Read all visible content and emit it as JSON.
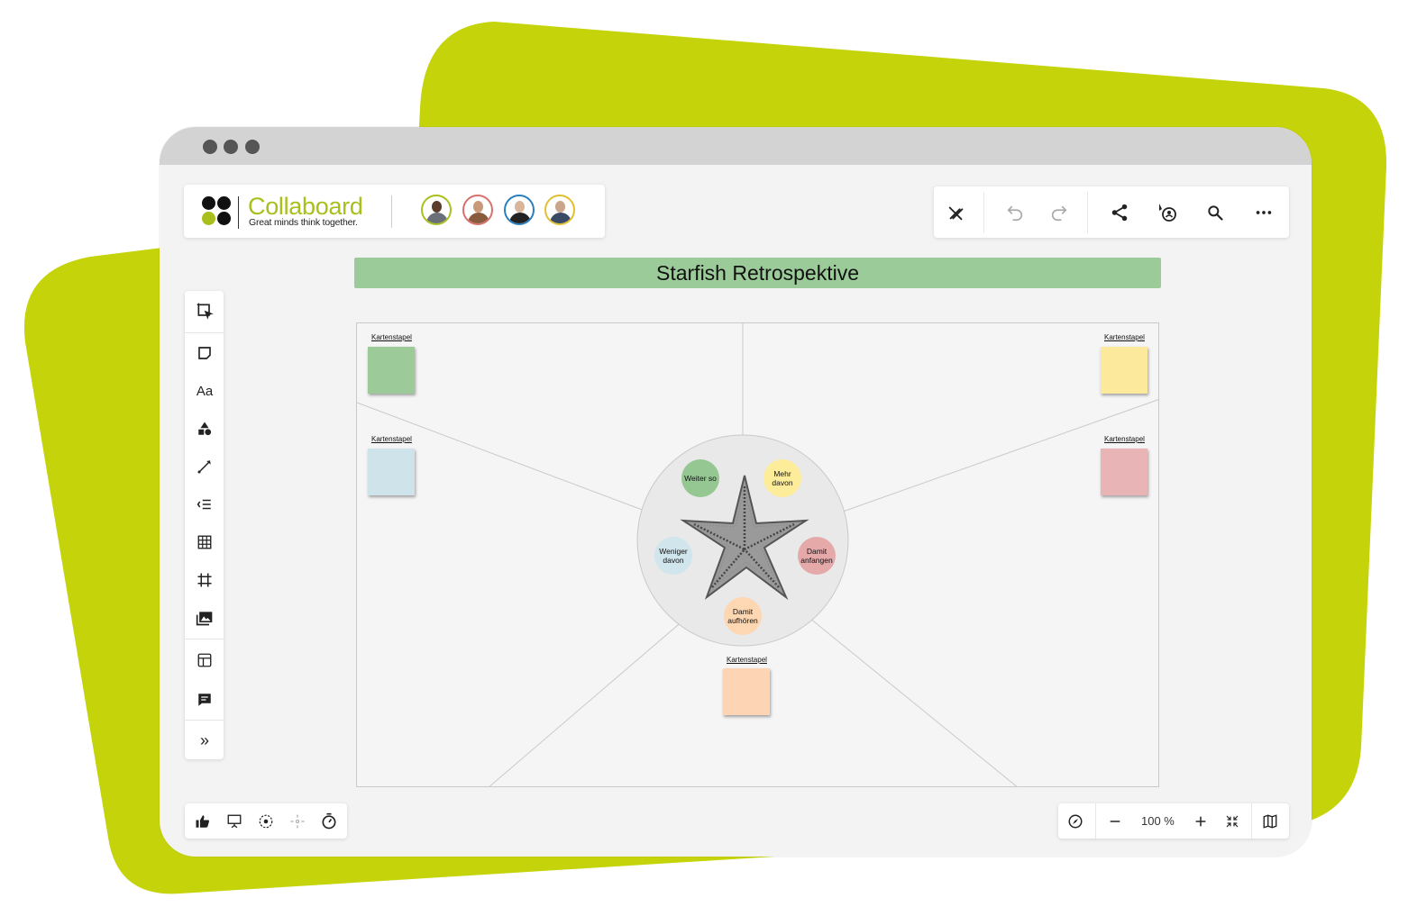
{
  "window": {
    "title_dots": 3
  },
  "brand": {
    "name": "Collaboard",
    "tagline": "Great minds think together."
  },
  "users": [
    {
      "name": "user-1",
      "ring": "#a9bf1b"
    },
    {
      "name": "user-2",
      "ring": "#d8716e"
    },
    {
      "name": "user-3",
      "ring": "#2a7fc1"
    },
    {
      "name": "user-4",
      "ring": "#e0c030"
    }
  ],
  "topbar": {
    "icons": [
      "pen-off-icon",
      "undo-icon",
      "redo-icon",
      "share-icon",
      "follow-user-icon",
      "search-icon",
      "more-icon"
    ]
  },
  "leftbar": {
    "icons": [
      "select-frame-icon",
      "sticky-note-icon",
      "text-icon",
      "shapes-icon",
      "connector-icon",
      "list-icon",
      "table-icon",
      "frame-icon",
      "image-icon",
      "template-icon",
      "comment-icon",
      "expand-icon"
    ],
    "text_tool_label": "Aa",
    "expand_label": "»"
  },
  "bottom_left": {
    "icons": [
      "vote-icon",
      "presentation-icon",
      "focus-icon",
      "attention-icon",
      "timer-icon"
    ]
  },
  "bottom_right": {
    "zoom": "100 %",
    "icons": [
      "navigator-icon",
      "zoom-out-icon",
      "zoom-in-icon",
      "fit-icon",
      "map-icon"
    ]
  },
  "board": {
    "title": "Starfish Retrospektive",
    "stacks": [
      {
        "label": "Kartenstapel",
        "color": "#9ccb99"
      },
      {
        "label": "Kartenstapel",
        "color": "#fde99c"
      },
      {
        "label": "Kartenstapel",
        "color": "#cfe4ea"
      },
      {
        "label": "Kartenstapel",
        "color": "#e8b4b5"
      },
      {
        "label": "Kartenstapel",
        "color": "#fdd5b4"
      }
    ],
    "categories": [
      {
        "label": "Weiter so",
        "color": "#94c792"
      },
      {
        "label": "Mehr davon",
        "color": "#fdec99"
      },
      {
        "label": "Weniger davon",
        "color": "#d0e5ec"
      },
      {
        "label": "Damit anfangen",
        "color": "#e5a9aa"
      },
      {
        "label": "Damit aufhören",
        "color": "#fdd6b2"
      }
    ]
  },
  "colors": {
    "accent": "#c5d40a",
    "brand": "#a9bf1b",
    "board_title_bg": "#9bcb98"
  }
}
